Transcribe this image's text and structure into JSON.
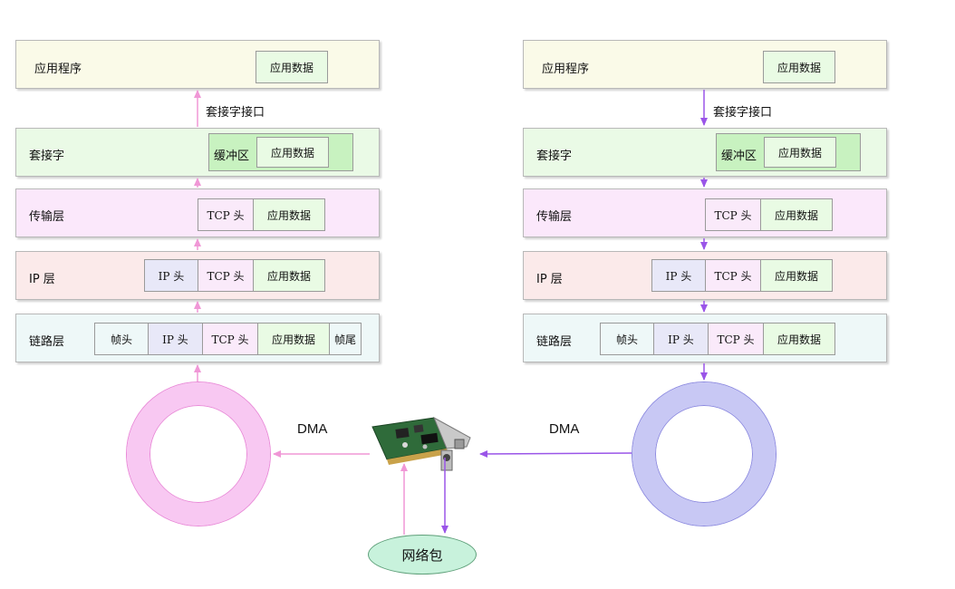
{
  "left_stack": {
    "app": {
      "title": "应用程序",
      "data": "应用数据"
    },
    "socket_interface": "套接字接口",
    "socket": {
      "title": "套接字",
      "buffer": "缓冲区",
      "data": "应用数据"
    },
    "transport": {
      "title": "传输层",
      "tcp": "TCP 头",
      "data": "应用数据"
    },
    "ip": {
      "title": "IP 层",
      "ip": "IP 头",
      "tcp": "TCP 头",
      "data": "应用数据"
    },
    "link": {
      "title": "链路层",
      "frame_head": "帧头",
      "ip": "IP 头",
      "tcp": "TCP 头",
      "data": "应用数据",
      "frame_tail": "帧尾"
    }
  },
  "right_stack": {
    "app": {
      "title": "应用程序",
      "data": "应用数据"
    },
    "socket_interface": "套接字接口",
    "socket": {
      "title": "套接字",
      "buffer": "缓冲区",
      "data": "应用数据"
    },
    "transport": {
      "title": "传输层",
      "tcp": "TCP 头",
      "data": "应用数据"
    },
    "ip": {
      "title": "IP 层",
      "ip": "IP 头",
      "tcp": "TCP 头",
      "data": "应用数据"
    },
    "link": {
      "title": "链路层",
      "frame_head": "帧头",
      "ip": "IP 头",
      "tcp": "TCP 头",
      "data": "应用数据"
    }
  },
  "dma_left": "DMA",
  "dma_right": "DMA",
  "packet": "网络包",
  "colors": {
    "app_bg": "#fafae8",
    "socket_bg": "#eafae6",
    "transport_bg": "#fbe8fb",
    "ip_bg": "#fbeaea",
    "link_bg": "#eef8f8",
    "data_cell": "#e9fbe4",
    "ip_cell": "#e8e8f8",
    "tcp_cell": "#faeafa",
    "frame_cell": "#eef8f8",
    "receive_arrow": "#f097d6",
    "send_arrow": "#9a55e8",
    "ring_receive": "#f8c8f2",
    "ring_send": "#c8c8f4",
    "packet_bg": "#c8f2dc"
  }
}
